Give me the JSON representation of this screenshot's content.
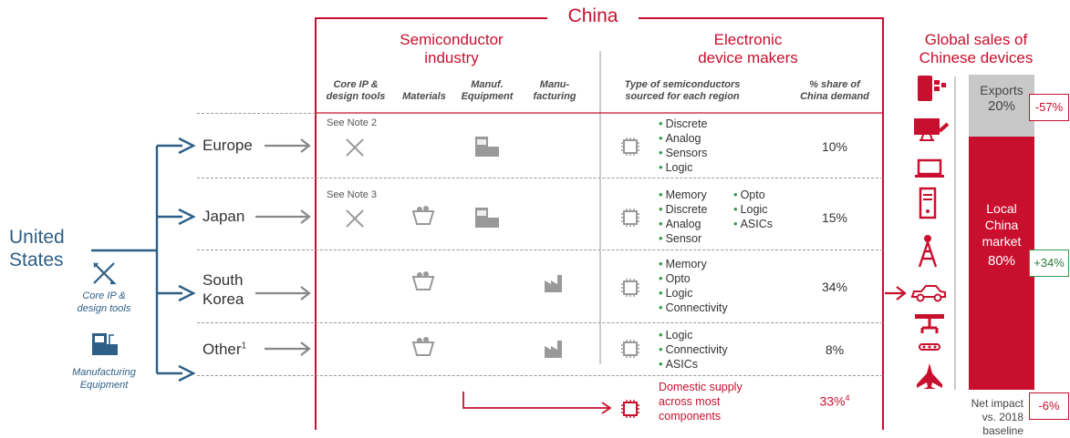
{
  "china_title": "China",
  "semiconductor": {
    "title_l1": "Semiconductor",
    "title_l2": "industry",
    "col_core_l1": "Core IP &",
    "col_core_l2": "design tools",
    "col_materials": "Materials",
    "col_manuf_l1": "Manuf.",
    "col_manuf_l2": "Equipment",
    "col_mfg_l1": "Manu-",
    "col_mfg_l2": "facturing"
  },
  "device_makers": {
    "title_l1": "Electronic",
    "title_l2": "device makers",
    "col_type_l1": "Type of semiconductors",
    "col_type_l2": "sourced for each region",
    "col_share_l1": "% share of",
    "col_share_l2": "China demand"
  },
  "us": {
    "label_l1": "United",
    "label_l2": "States",
    "core_caption_l1": "Core IP &",
    "core_caption_l2": "design tools",
    "equip_caption_l1": "Manufacturing",
    "equip_caption_l2": "Equipment"
  },
  "regions": [
    {
      "name": "Europe",
      "note": "See Note 2",
      "items": [
        "Discrete",
        "Analog",
        "Sensors",
        "Logic"
      ],
      "share": "10%"
    },
    {
      "name": "Japan",
      "note": "See Note 3",
      "items": [
        "Memory",
        "Discrete",
        "Analog",
        "Sensor"
      ],
      "items2": [
        "Opto",
        "Logic",
        "ASICs"
      ],
      "share": "15%"
    },
    {
      "name_l1": "South",
      "name_l2": "Korea",
      "items": [
        "Memory",
        "Opto",
        "Logic",
        "Connectivity"
      ],
      "share": "34%"
    },
    {
      "name": "Other",
      "name_sup": "1",
      "items": [
        "Logic",
        "Connectivity",
        "ASICs"
      ],
      "share": "8%"
    }
  ],
  "domestic": {
    "text_l1": "Domestic supply",
    "text_l2": "across most",
    "text_l3": "components",
    "share": "33%",
    "share_sup": "4"
  },
  "global_sales": {
    "title_l1": "Global sales of",
    "title_l2": "Chinese devices",
    "exports_label": "Exports",
    "exports_value": "20%",
    "local_l1": "Local",
    "local_l2": "China",
    "local_l3": "market",
    "local_value": "80%",
    "exports_impact": "-57%",
    "local_impact": "+34%",
    "net_label_l1": "Net impact",
    "net_label_l2": "vs. 2018 baseline",
    "net_impact": "-6%",
    "exports_share": 20,
    "local_share": 80
  },
  "colors": {
    "red": "#c8102e",
    "blue": "#2e5f86",
    "green": "#2e9a4a",
    "gray": "#c8c8c8"
  },
  "icons": [
    "pencil-ruler-icon",
    "mine-cart-icon",
    "equipment-icon",
    "factory-icon",
    "chip-icon",
    "phone-icon",
    "tv-icon",
    "laptop-icon",
    "server-icon",
    "tower-icon",
    "car-icon",
    "robot-arm-icon",
    "jet-icon"
  ]
}
